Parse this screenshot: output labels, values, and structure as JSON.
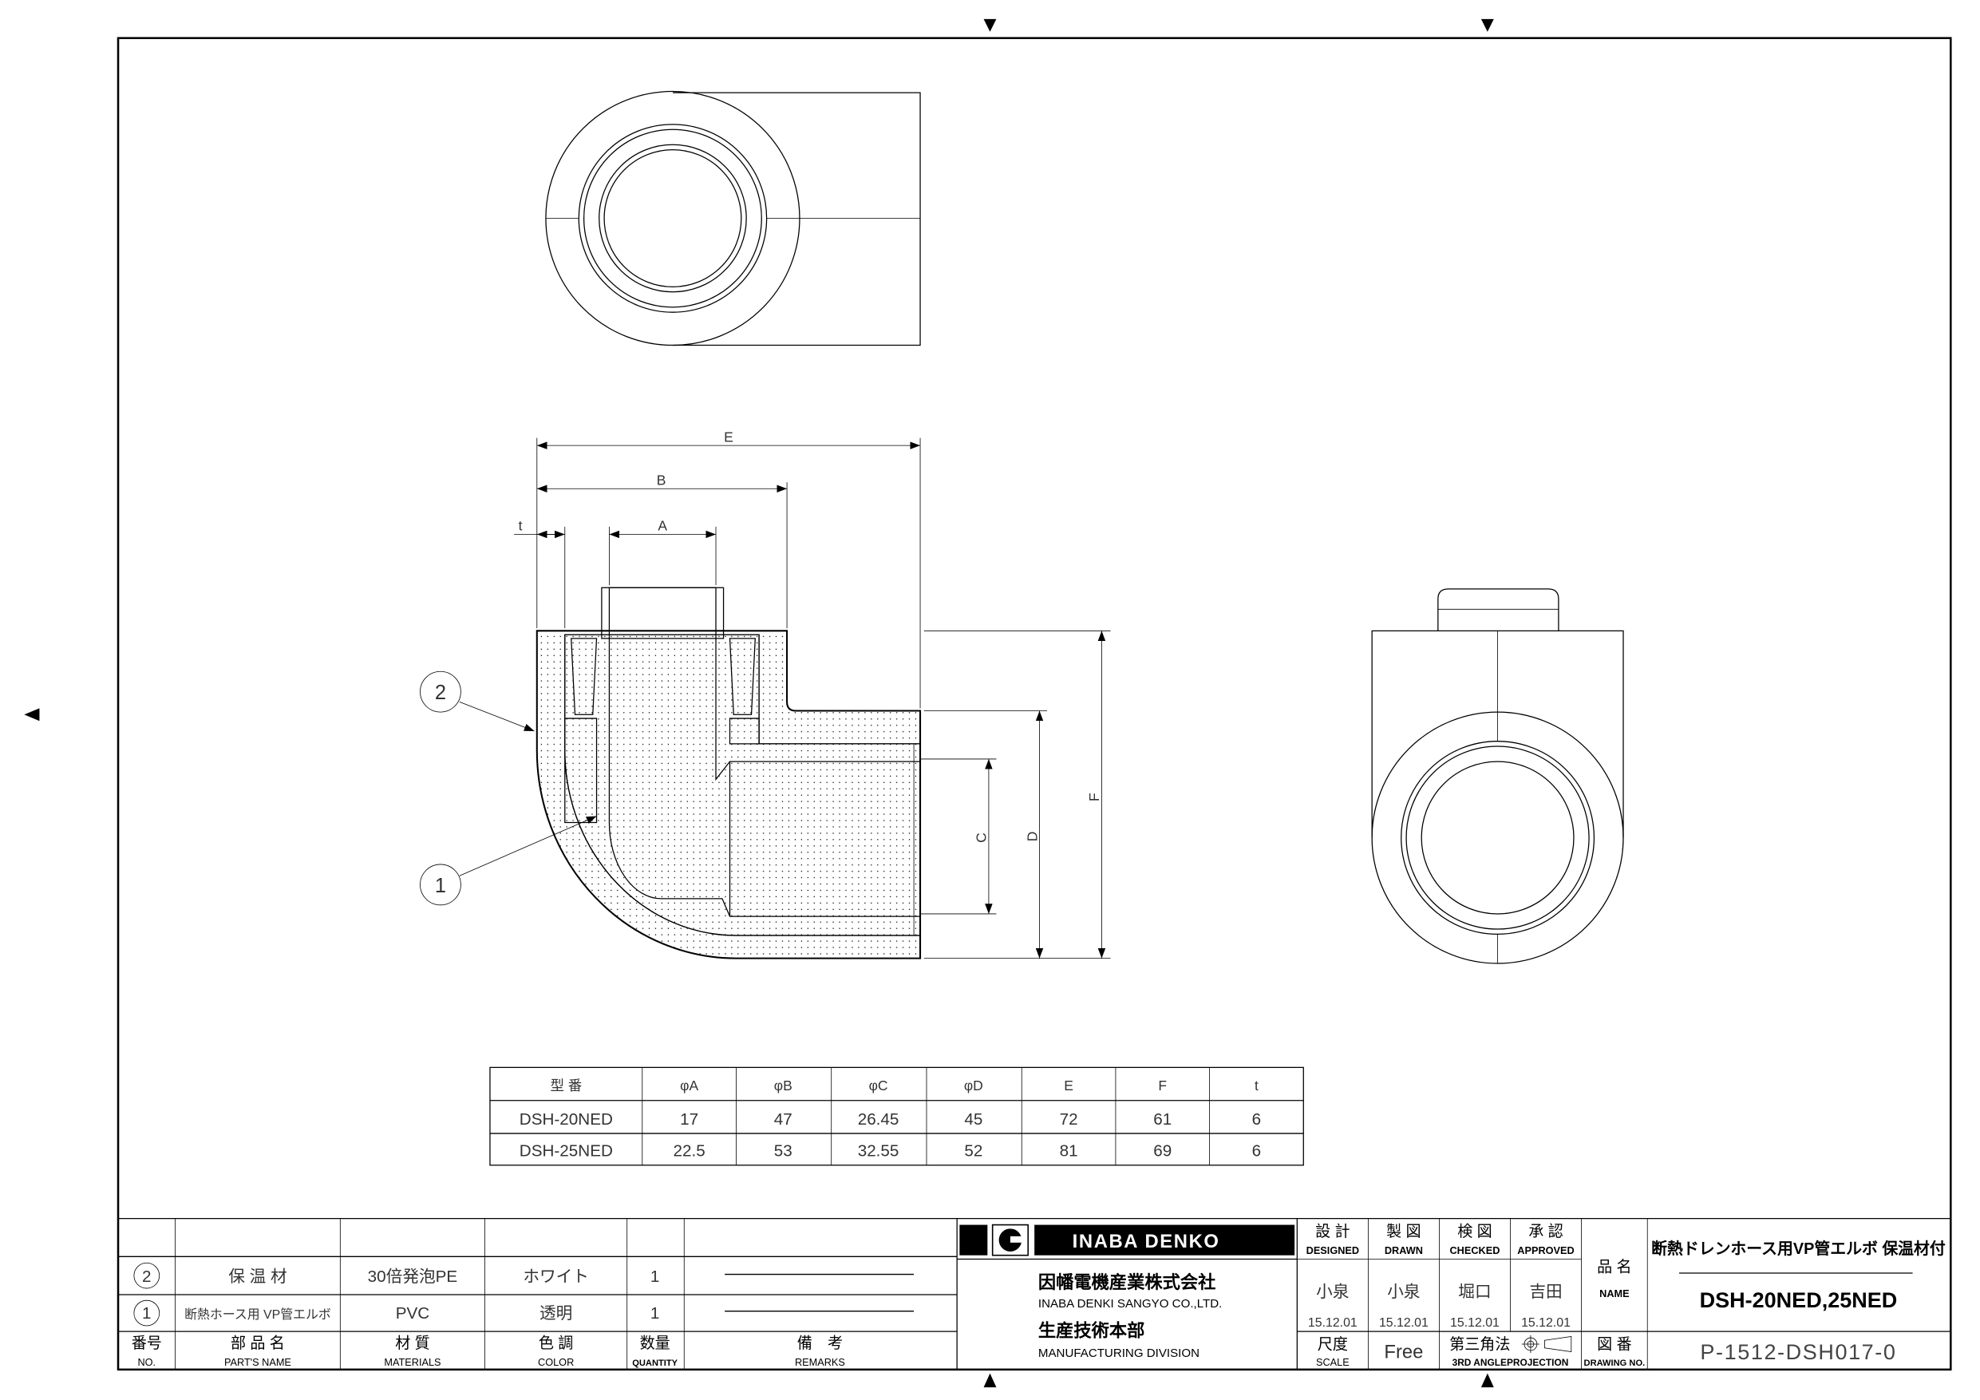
{
  "section": {
    "dim_labels": {
      "E": "E",
      "B": "B",
      "A": "A",
      "t": "t",
      "C": "C",
      "D": "D",
      "F": "F"
    },
    "balloons": {
      "insulation": "2",
      "elbow": "1"
    }
  },
  "dim_table": {
    "headers": [
      "型 番",
      "φA",
      "φB",
      "φC",
      "φD",
      "E",
      "F",
      "t"
    ],
    "rows": [
      [
        "DSH-20NED",
        "17",
        "47",
        "26.45",
        "45",
        "72",
        "61",
        "6"
      ],
      [
        "DSH-25NED",
        "22.5",
        "53",
        "32.55",
        "52",
        "81",
        "69",
        "6"
      ]
    ]
  },
  "parts_list": {
    "rows": [
      {
        "no": "2",
        "name": "保 温 材",
        "material": "30倍発泡PE",
        "color": "ホワイト",
        "qty": "1"
      },
      {
        "no": "1",
        "name": "断熱ホース用 VP管エルボ",
        "material": "PVC",
        "color": "透明",
        "qty": "1"
      }
    ],
    "header": {
      "no": {
        "jp": "番号",
        "en": "NO."
      },
      "name": {
        "jp": "部 品 名",
        "en": "PART'S NAME"
      },
      "material": {
        "jp": "材 質",
        "en": "MATERIALS"
      },
      "color": {
        "jp": "色 調",
        "en": "COLOR"
      },
      "qty": {
        "jp": "数量",
        "en": "QUANTITY"
      },
      "remarks": {
        "jp": "備　考",
        "en": "REMARKS"
      }
    }
  },
  "title_block": {
    "logo_text": "INABA DENKO",
    "company_jp": "因幡電機産業株式会社",
    "company_en": "INABA DENKI SANGYO CO.,LTD.",
    "division_jp": "生産技術本部",
    "division_en": "MANUFACTURING DIVISION",
    "signatures": [
      {
        "jp": "設 計",
        "en": "DESIGNED",
        "name": "小泉",
        "date": "15.12.01"
      },
      {
        "jp": "製 図",
        "en": "DRAWN",
        "name": "小泉",
        "date": "15.12.01"
      },
      {
        "jp": "検 図",
        "en": "CHECKED",
        "name": "堀口",
        "date": "15.12.01"
      },
      {
        "jp": "承 認",
        "en": "APPROVED",
        "name": "吉田",
        "date": "15.12.01"
      }
    ],
    "name_label": {
      "jp": "品 名",
      "en": "NAME"
    },
    "product_title": "断熱ドレンホース用VP管エルボ 保温材付",
    "product_model": "DSH-20NED,25NED",
    "scale_label": {
      "jp": "尺度",
      "en": "SCALE"
    },
    "scale_value": "Free",
    "projection": {
      "jp": "第三角法",
      "en": "3RD ANGLEPROJECTION"
    },
    "drawing_no_label": {
      "jp": "図 番",
      "en": "DRAWING NO."
    },
    "drawing_no": "P-1512-DSH017-0"
  }
}
